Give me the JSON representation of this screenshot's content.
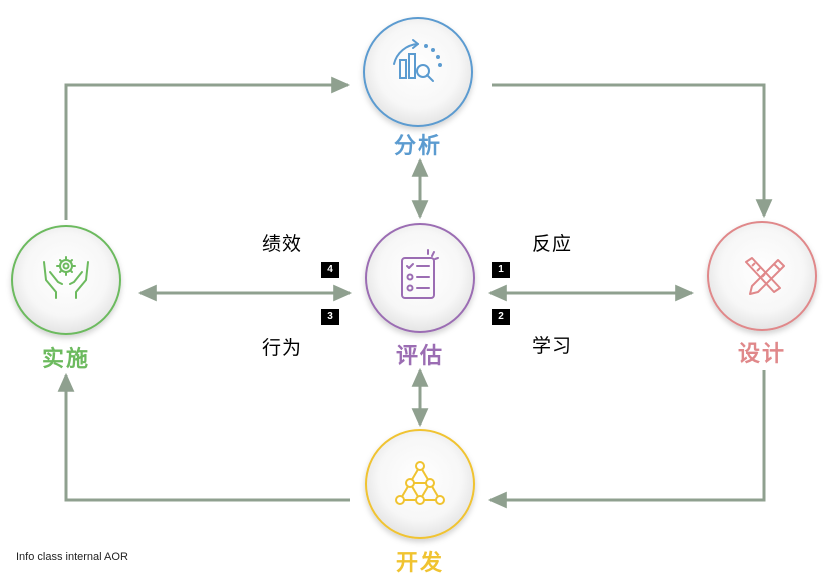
{
  "nodes": {
    "analysis": {
      "label": "分析",
      "color": "#5b9bd0",
      "icon": "bar-chart-magnifier-icon"
    },
    "design": {
      "label": "设计",
      "color": "#e0888a",
      "icon": "pencil-ruler-icon"
    },
    "development": {
      "label": "开发",
      "color": "#f0c330",
      "icon": "network-triangle-icon"
    },
    "implementation": {
      "label": "实施",
      "color": "#6cba5e",
      "icon": "hands-gear-icon"
    },
    "evaluation": {
      "label": "评估",
      "color": "#9b6db3",
      "icon": "checklist-clipboard-icon"
    }
  },
  "evaluation_levels": [
    {
      "number": "1",
      "label": "反应"
    },
    {
      "number": "2",
      "label": "学习"
    },
    {
      "number": "3",
      "label": "行为"
    },
    {
      "number": "4",
      "label": "绩效"
    }
  ],
  "connector_color": "#8fa08f",
  "footer": "Info class internal AOR"
}
